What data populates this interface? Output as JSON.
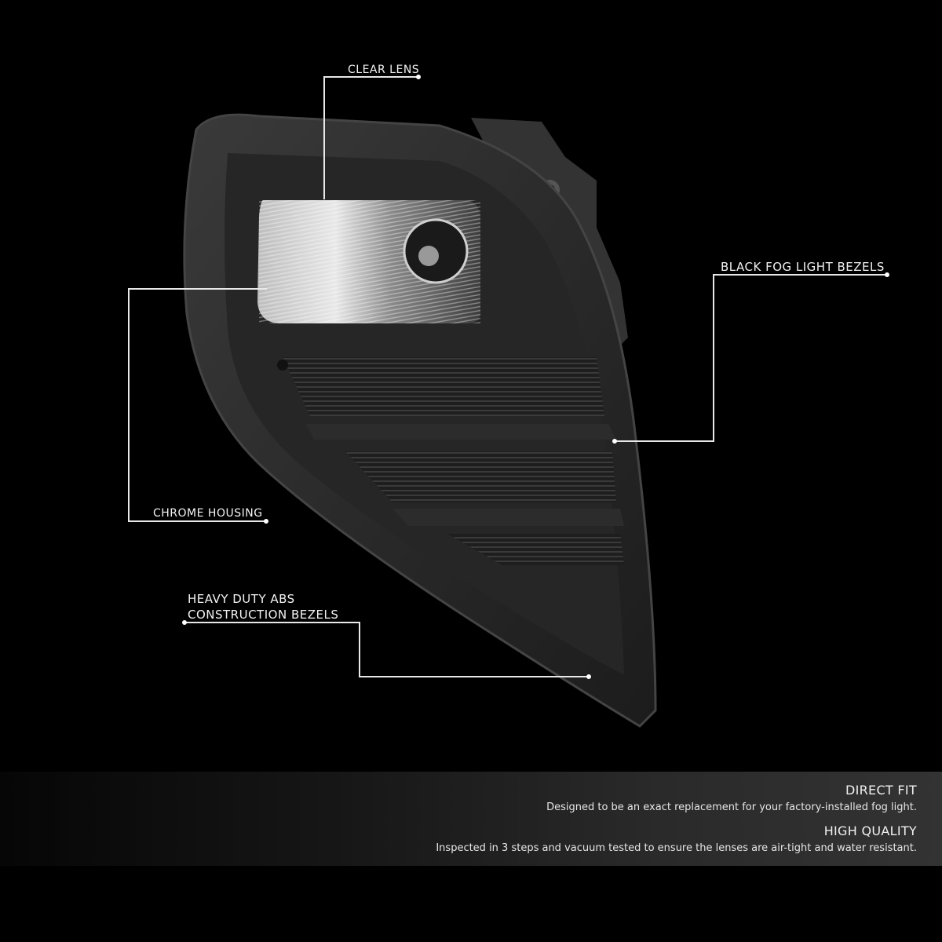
{
  "callouts": {
    "clear_lens": "CLEAR LENS",
    "black_bezels": "BLACK FOG LIGHT BEZELS",
    "chrome_housing": "CHROME HOUSING",
    "abs_line1": "HEAVY DUTY ABS",
    "abs_line2": "CONSTRUCTION BEZELS"
  },
  "features": [
    {
      "title": "DIRECT FIT",
      "description": "Designed to be an exact replacement for your factory-installed fog light."
    },
    {
      "title": "HIGH QUALITY",
      "description": "Inspected in 3 steps and vacuum tested to ensure the lenses are air-tight and water resistant."
    }
  ],
  "colors": {
    "background": "#000000",
    "bezel": "#2b2b2b",
    "text": "#f2f2f2",
    "banner_end": "#333333"
  }
}
